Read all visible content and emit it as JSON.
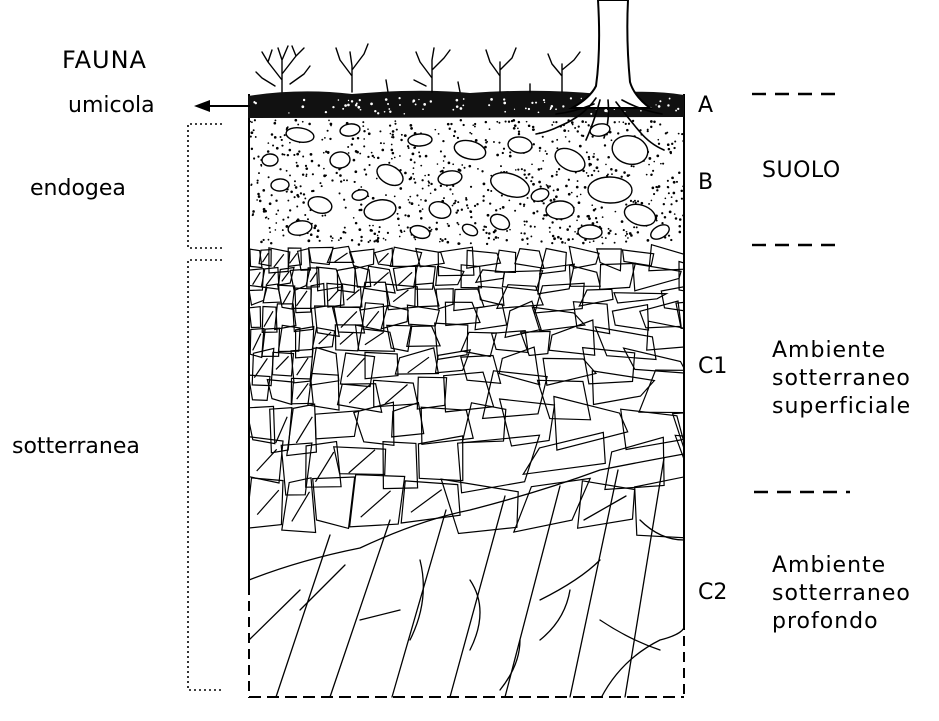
{
  "fauna": {
    "title": "FAUNA",
    "umicola": "umicola",
    "endogea": "endogea",
    "sotterranea": "sotterranea"
  },
  "horizons": {
    "a": "A",
    "b": "B",
    "c1": "C1",
    "c2": "C2"
  },
  "zones": {
    "suolo": "SUOLO",
    "superficiale": [
      "Ambiente",
      "sotterraneo",
      "superficiale"
    ],
    "profondo": [
      "Ambiente",
      "sotterraneo",
      "profondo"
    ]
  }
}
